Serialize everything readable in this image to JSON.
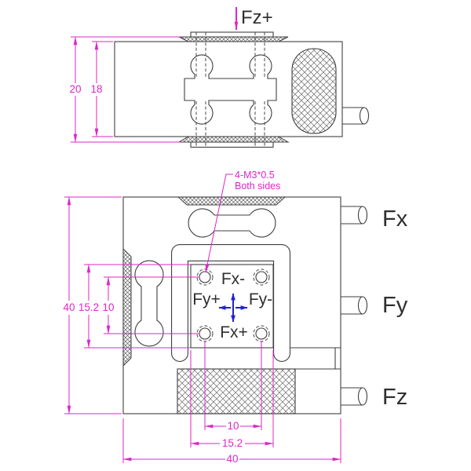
{
  "colors": {
    "dimension_magenta": "#de26c9",
    "axis_blue": "#2222d2",
    "linework": "#3f3f3f",
    "text_dark": "#303030"
  },
  "top_view": {
    "force_annotation": "Fz+",
    "dim_height_overall": "20",
    "dim_height_body": "18"
  },
  "front_view": {
    "thread_note_line1": "4-M3*0.5",
    "thread_note_line2": "Both sides",
    "axis_labels": {
      "top": "Fx-",
      "left": "Fy+",
      "right": "Fy-",
      "bottom": "Fx+"
    },
    "connectors": [
      {
        "label": "Fx"
      },
      {
        "label": "Fy"
      },
      {
        "label": "Fz"
      }
    ],
    "left_dims": {
      "overall": "40",
      "plate": "15.2",
      "hole_spacing": "10"
    },
    "bottom_dims": {
      "hole_spacing": "10",
      "plate": "15.2",
      "overall": "40"
    }
  }
}
